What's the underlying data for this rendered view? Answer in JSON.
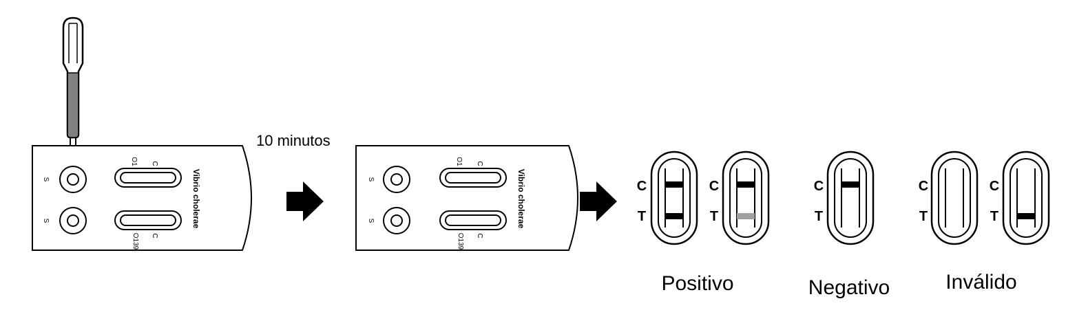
{
  "step_label": "10 minutos",
  "cassette": {
    "brand": "Vibrio cholerae",
    "well_label": "S",
    "control_label": "C",
    "strain_top": "O1",
    "strain_bottom": "O139"
  },
  "strip_labels": {
    "control": "C",
    "test": "T"
  },
  "results": [
    {
      "label": "Positivo"
    },
    {
      "label": "Negativo"
    },
    {
      "label": "Inválido"
    }
  ],
  "colors": {
    "ink": "#000000",
    "fluid": "#808080",
    "faint_band": "#a0a0a0"
  }
}
